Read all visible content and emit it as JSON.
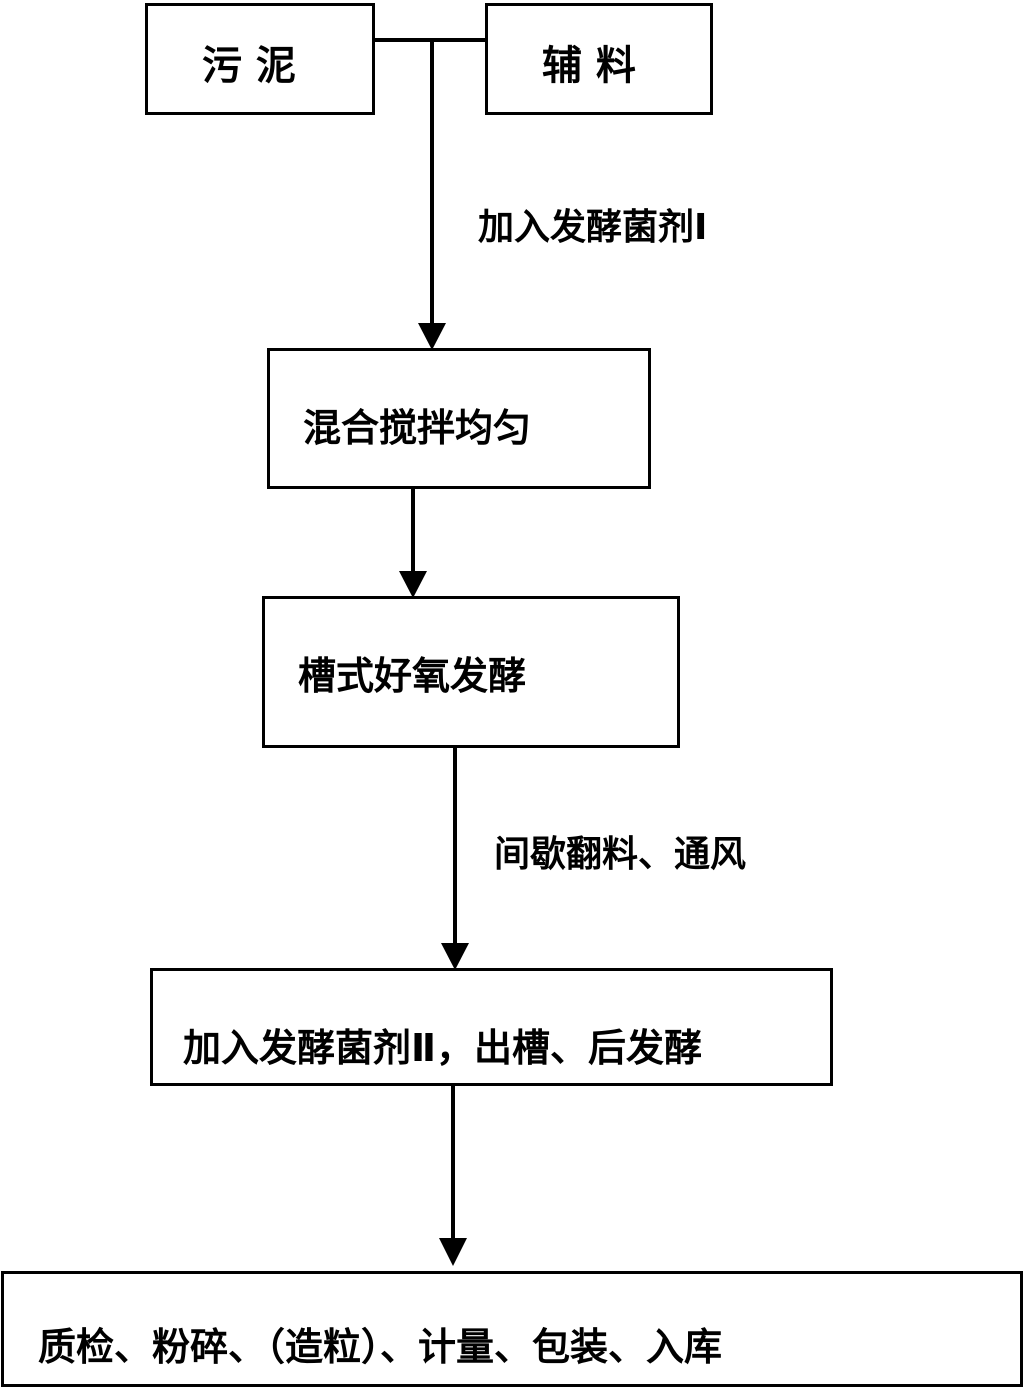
{
  "nodes": {
    "sludge": "污 泥",
    "auxiliary": "辅 料",
    "mix": "混合搅拌均匀",
    "trough_fermentation": "槽式好氧发酵",
    "post_fermentation": "加入发酵菌剂Ⅱ，出槽、后发酵",
    "finishing": "质检、粉碎、（造粒）、计量、包装、入库"
  },
  "edge_labels": {
    "inoculant_1": "加入发酵菌剂Ⅰ",
    "turning_aeration": "间歇翻料、通风"
  }
}
